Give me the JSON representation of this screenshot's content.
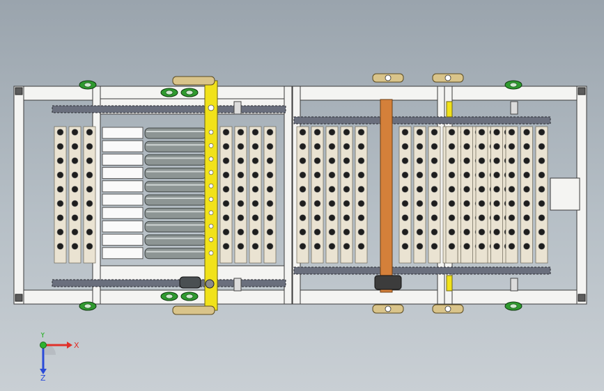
{
  "viewport": {
    "name": "cad-model-viewport",
    "colors": {
      "frame": "#f4f4f2",
      "frame_stroke": "#3a3a3a",
      "slat": "#eae3d2",
      "hole": "#1e1e1e",
      "chain": "#6a6f7d",
      "yellow_plate": "#f1e21a",
      "orange_bar": "#d4803a",
      "roller": "#8d9594",
      "green_sprocket": "#2f9a2f",
      "tan_bracket": "#d9c48a"
    }
  },
  "triad": {
    "x_label": "X",
    "y_label": "Y",
    "z_label": "Z",
    "colors": {
      "x": "#e0312a",
      "y": "#2fb22f",
      "z": "#2a4bd8"
    }
  }
}
